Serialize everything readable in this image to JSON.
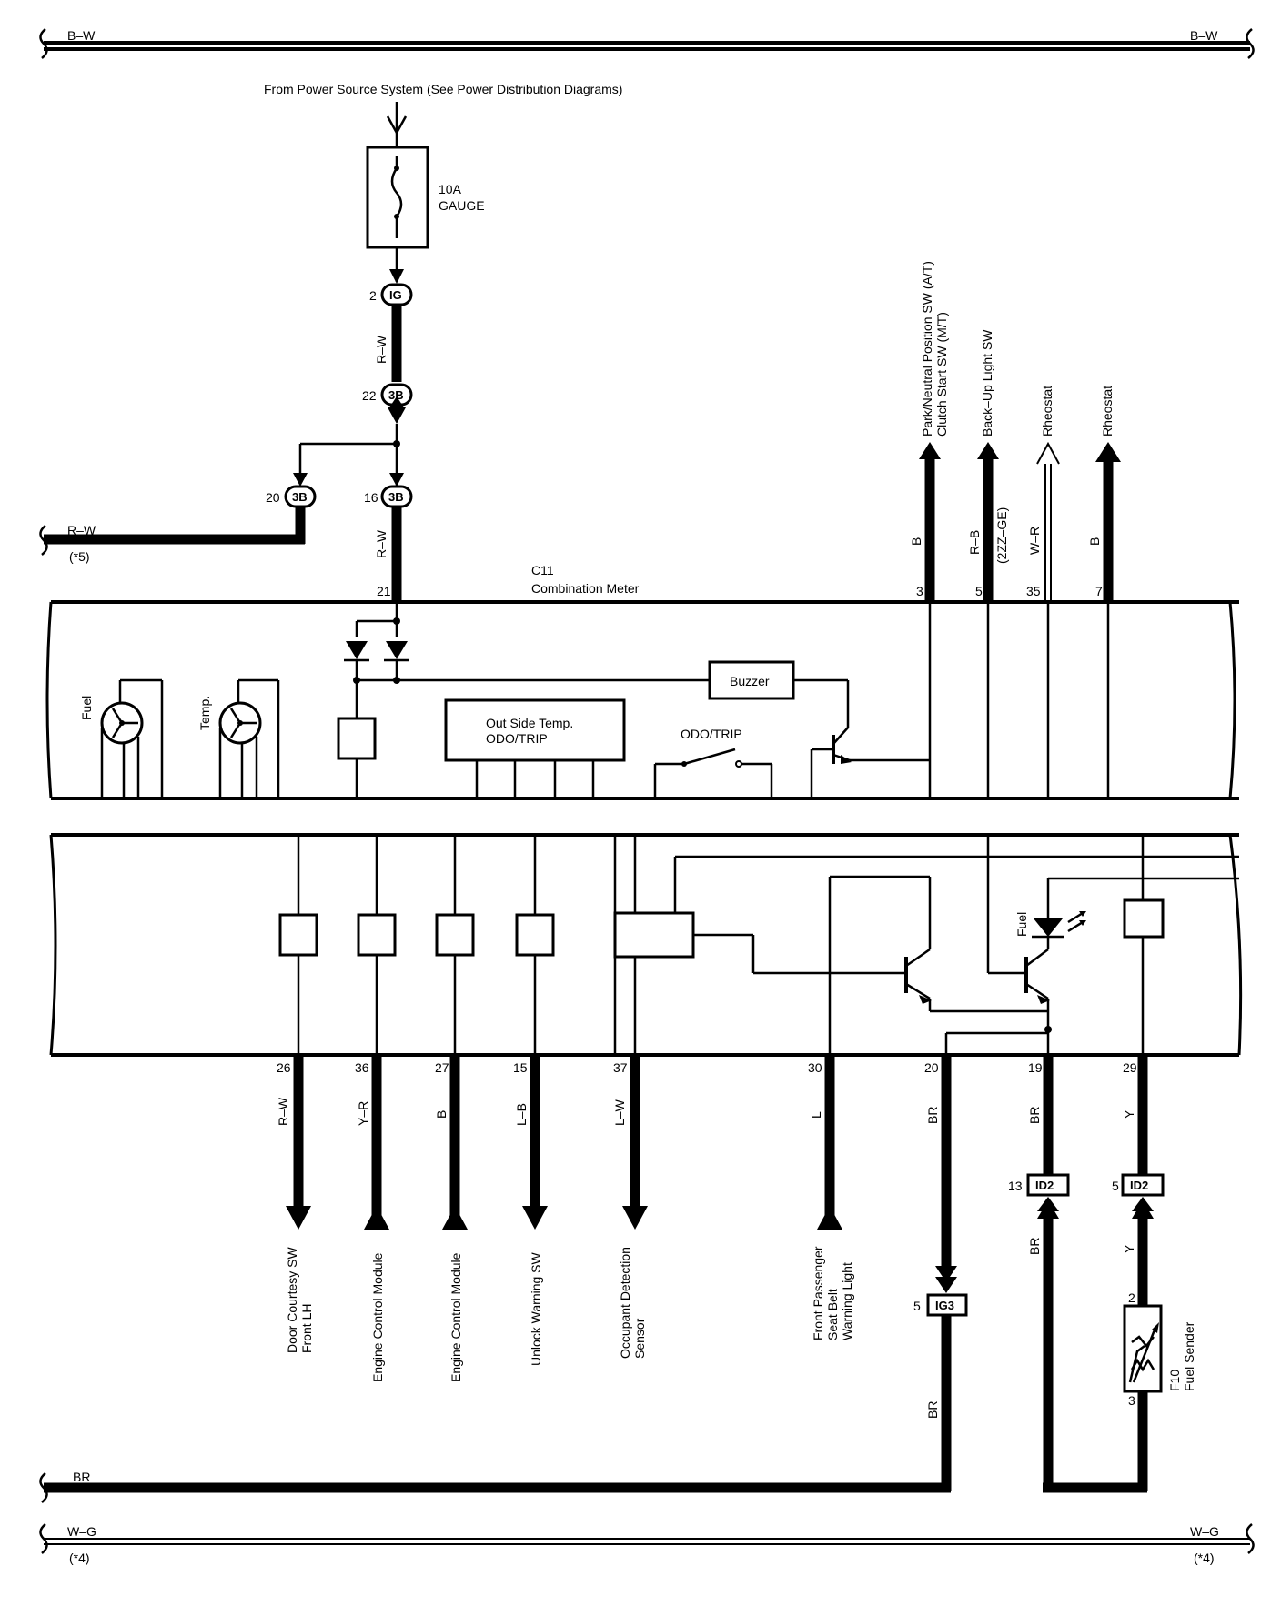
{
  "buses": {
    "top_left": "B–W",
    "top_right": "B–W",
    "left_rw": "R–W",
    "left_rw_note": "(*5)",
    "br": "BR",
    "bottom_left": "W–G",
    "bottom_right": "W–G",
    "bottom_left_note": "(*4)",
    "bottom_right_note": "(*4)"
  },
  "power_source": "From Power Source System (See Power Distribution Diagrams)",
  "fuse": {
    "rating": "10A",
    "name": "GAUGE"
  },
  "power_chain": {
    "ig_pin": "2",
    "ig_label": "IG",
    "rw_upper": "R–W",
    "c3b_22_pin": "22",
    "c3b_22_label": "3B",
    "c3b_20_pin": "20",
    "c3b_20_label": "3B",
    "c3b_16_pin": "16",
    "c3b_16_label": "3B",
    "rw_lower": "R–W",
    "pin_21": "21"
  },
  "meter": {
    "id": "C11",
    "name": "Combination Meter"
  },
  "top_right_connections": [
    {
      "dest_line1": "Park/Neutral Position SW (A/T)",
      "dest_line2": "Clutch Start SW (M/T)",
      "wire": "B",
      "pin": "3"
    },
    {
      "dest_line1": "Back–Up Light SW",
      "dest_line2": "",
      "wire": "R–B",
      "pin": "5"
    },
    {
      "dest_line1": "Rheostat",
      "dest_line2": "",
      "wire": "W–R",
      "pin": "35",
      "note": "(2ZZ–GE)"
    },
    {
      "dest_line1": "Rheostat",
      "dest_line2": "",
      "wire": "B",
      "pin": "7"
    }
  ],
  "internal": {
    "fuel_gauge": "Fuel",
    "temp_gauge": "Temp.",
    "display": [
      "Out Side Temp.",
      "ODO/TRIP"
    ],
    "switch": "ODO/TRIP",
    "buzzer": "Buzzer",
    "fuel_warning": "Fuel"
  },
  "bottom_connections": [
    {
      "pin": "26",
      "wire": "R–W",
      "dest_line1": "Door Courtesy SW",
      "dest_line2": "Front LH",
      "dest_line3": ""
    },
    {
      "pin": "36",
      "wire": "Y–R",
      "dest_line1": "Engine Control Module",
      "dest_line2": "",
      "dest_line3": ""
    },
    {
      "pin": "27",
      "wire": "B",
      "dest_line1": "Engine Control Module",
      "dest_line2": "",
      "dest_line3": ""
    },
    {
      "pin": "15",
      "wire": "L–B",
      "dest_line1": "Unlock Warning SW",
      "dest_line2": "",
      "dest_line3": ""
    },
    {
      "pin": "37",
      "wire": "L–W",
      "dest_line1": "Occupant Detection",
      "dest_line2": "Sensor",
      "dest_line3": ""
    },
    {
      "pin": "30",
      "wire": "L",
      "dest_line1": "Front Passenger",
      "dest_line2": "Seat Belt",
      "dest_line3": "Warning Light"
    }
  ],
  "ground_path": {
    "pin_20": "20",
    "wire_20": "BR",
    "ig3_pin": "5",
    "ig3_label": "IG3",
    "wire_after_ig3": "BR"
  },
  "fuel_path": {
    "pin_19": "19",
    "wire_19": "BR",
    "pin_29": "29",
    "wire_29": "Y",
    "id2_a_pin": "13",
    "id2_a_label": "ID2",
    "id2_b_pin": "5",
    "id2_b_label": "ID2",
    "wire_below_a": "BR",
    "wire_below_b": "Y",
    "sender_pin_top": "2",
    "sender_pin_bottom": "3",
    "sender_id": "F10",
    "sender_name": "Fuel Sender"
  }
}
